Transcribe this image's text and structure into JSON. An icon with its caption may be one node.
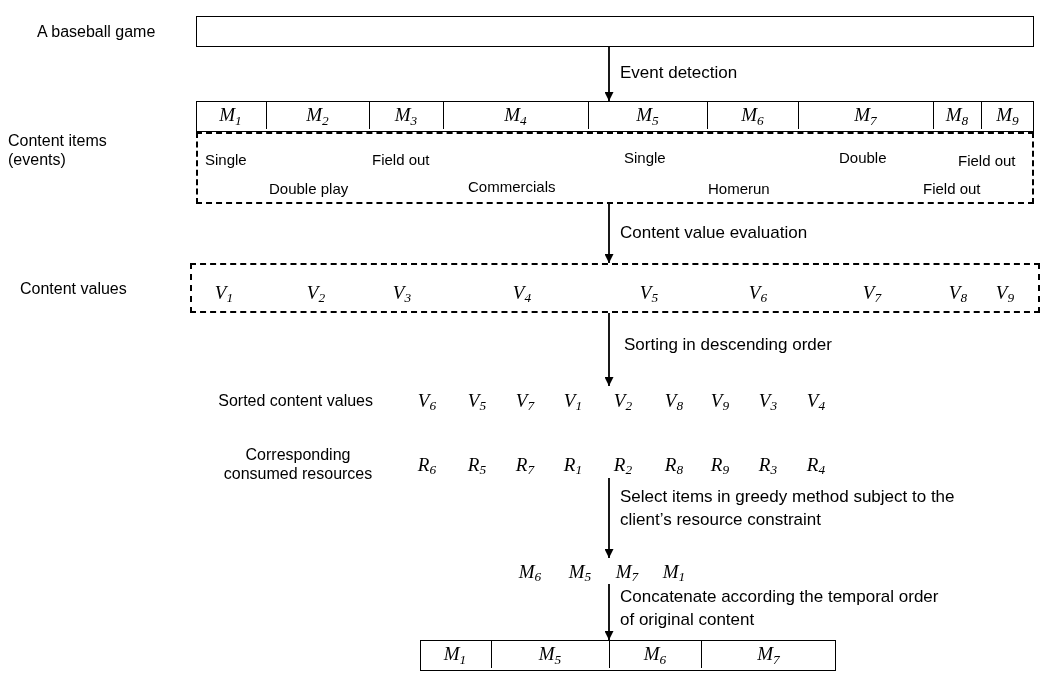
{
  "diagram": {
    "nodes": [
      {
        "text": [],
        "shape": "box",
        "beside": [
          "A baseball game"
        ]
      },
      {
        "text": [],
        "shape": "box"
      },
      {
        "text": [
          "M$_{1}$"
        ],
        "in": 1
      },
      {
        "text": [
          "M$_{2}$"
        ],
        "in": 1
      },
      {
        "text": [
          "M$_{3}$"
        ],
        "in": 1
      },
      {
        "text": [
          "M$_{4}$"
        ],
        "in": 1
      },
      {
        "text": [
          "M$_{5}$"
        ],
        "in": 1
      },
      {
        "text": [
          "M$_{6}$"
        ],
        "in": 1
      },
      {
        "text": [
          "M$_{7}$"
        ],
        "in": 1
      },
      {
        "text": [
          "M$_{8}$"
        ],
        "in": 1
      },
      {
        "text": [
          "M$_{9}$"
        ],
        "in": 1
      },
      {
        "text": [
          "Single",
          "Double play",
          "Field out",
          "Commercials",
          "Single",
          "Homerun",
          "Double",
          "Field out",
          "Field out"
        ]
      },
      {
        "text": [
          "V$_{1}$",
          "V$_{2}$",
          "V$_{3}$",
          "V$_{4}$",
          "V$_{5}$",
          "V$_{6}$",
          "V$_{7}$",
          "V$_{8}$",
          "V$_{9}$"
        ],
        "beside": [
          "Content values"
        ]
      },
      {
        "text": [
          "V$_{6}$",
          "V$_{5}$",
          "V$_{7}$",
          "V$_{1}$",
          "V$_{2}$",
          "V$_{8}$",
          "V$_{9}$",
          "V$_{3}$",
          "V$_{4}$"
        ],
        "beside": [
          "Sorted content values"
        ]
      },
      {
        "text": [
          "R$_{6}$",
          "R$_{5}$",
          "R$_{7}$",
          "R$_{1}$",
          "R$_{2}$",
          "R$_{8}$",
          "R$_{9}$",
          "R$_{3}$",
          "R$_{4}$"
        ],
        "beside": [
          "Corresponding consumed resources"
        ]
      },
      {
        "text": [
          "M$_{6}$",
          "M$_{5}$",
          "M$_{7}$",
          "M$_{1}$"
        ]
      },
      {
        "text": [],
        "shape": "box"
      },
      {
        "text": [
          "M$_{1}$"
        ],
        "in": 16
      },
      {
        "text": [
          "M$_{5}$"
        ],
        "in": 16
      },
      {
        "text": [
          "M$_{6}$"
        ],
        "in": 16
      },
      {
        "text": [
          "M$_{7}$"
        ],
        "in": 16
      }
    ],
    "edges": [
      {
        "from": 0,
        "to": 1,
        "arrow": "to",
        "label": "Event detection"
      },
      {
        "from": 11,
        "to": 12,
        "arrow": "to",
        "label": "Content value evaluation"
      },
      {
        "from": 12,
        "to": 13,
        "arrow": "to",
        "label": "Sorting in descending order"
      },
      {
        "from": 14,
        "to": 15,
        "arrow": "to",
        "label": "Select items in greedy method subject to the client’s resource constraint"
      },
      {
        "from": 15,
        "to": 16,
        "arrow": "to",
        "label": "Concatenate according the temporal order of original content"
      }
    ],
    "labels": [
      "Content items (events)"
    ]
  }
}
